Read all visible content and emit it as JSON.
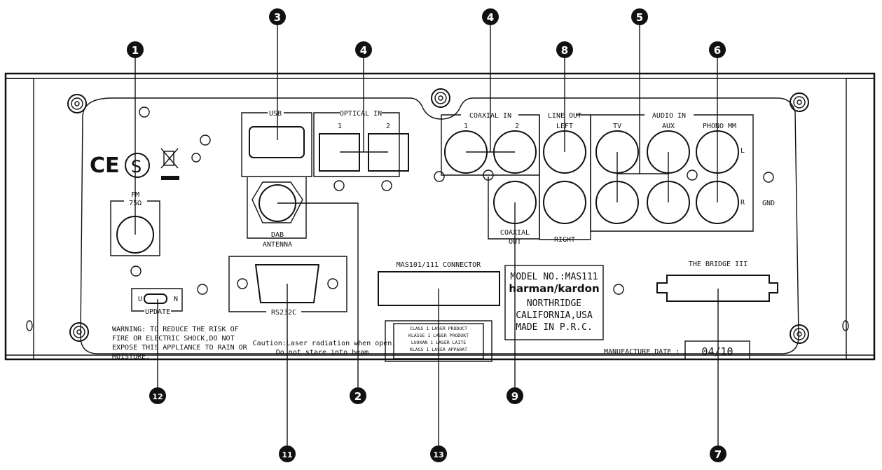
{
  "callouts": {
    "c1": "1",
    "c2": "2",
    "c3": "3",
    "c4a": "4",
    "c4b": "4",
    "c5": "5",
    "c6": "6",
    "c7": "7",
    "c8": "8",
    "c9": "9",
    "c11": "11",
    "c12": "12",
    "c13": "13"
  },
  "labels": {
    "usb": "USB",
    "optical_in": "OPTICAL IN",
    "optical_1": "1",
    "optical_2": "2",
    "coaxial_in": "COAXIAL IN",
    "coaxial_1": "1",
    "coaxial_2": "2",
    "line_out": "LINE OUT",
    "left": "LEFT",
    "right": "RIGHT",
    "audio_in": "AUDIO IN",
    "tv": "TV",
    "aux": "AUX",
    "phono_mm": "PHONO MM",
    "l": "L",
    "r": "R",
    "gnd": "GND",
    "fm": "FM",
    "fm_ohm": "75Ω",
    "dab": "DAB",
    "antenna": "ANTENNA",
    "coaxial_out_1": "COAXIAL",
    "coaxial_out_2": "OUT",
    "rs232c": "RS232C",
    "mas_connector": "MAS101/111 CONNECTOR",
    "the_bridge": "THE BRIDGE III",
    "update": "UPDATE",
    "u": "U",
    "n": "N",
    "ce": "CE"
  },
  "warning": [
    "WARNING:  TO REDUCE THE RISK OF",
    "FIRE OR ELECTRIC SHOCK,DO NOT",
    "EXPOSE THIS APPLIANCE TO RAIN OR",
    "MOISTURE."
  ],
  "caution": [
    "Caution:Laser radiation when open.",
    "Do not stare into beam."
  ],
  "laser": [
    "CLASS 1 LASER PRODUCT",
    "KLASSE 1 LASER PRODUKT",
    "LUOKAN 1 LASER LAITE",
    "KLASS 1 LASER APPARAT"
  ],
  "model": {
    "model_no": "MODEL NO.:MAS111",
    "brand": "harman/kardon",
    "city": "NORTHRIDGE",
    "state": "CALIFORNIA,USA",
    "made_in": "MADE IN P.R.C."
  },
  "manufacture": {
    "label": "MANUFACTURE DATE :",
    "date": "04/10"
  }
}
